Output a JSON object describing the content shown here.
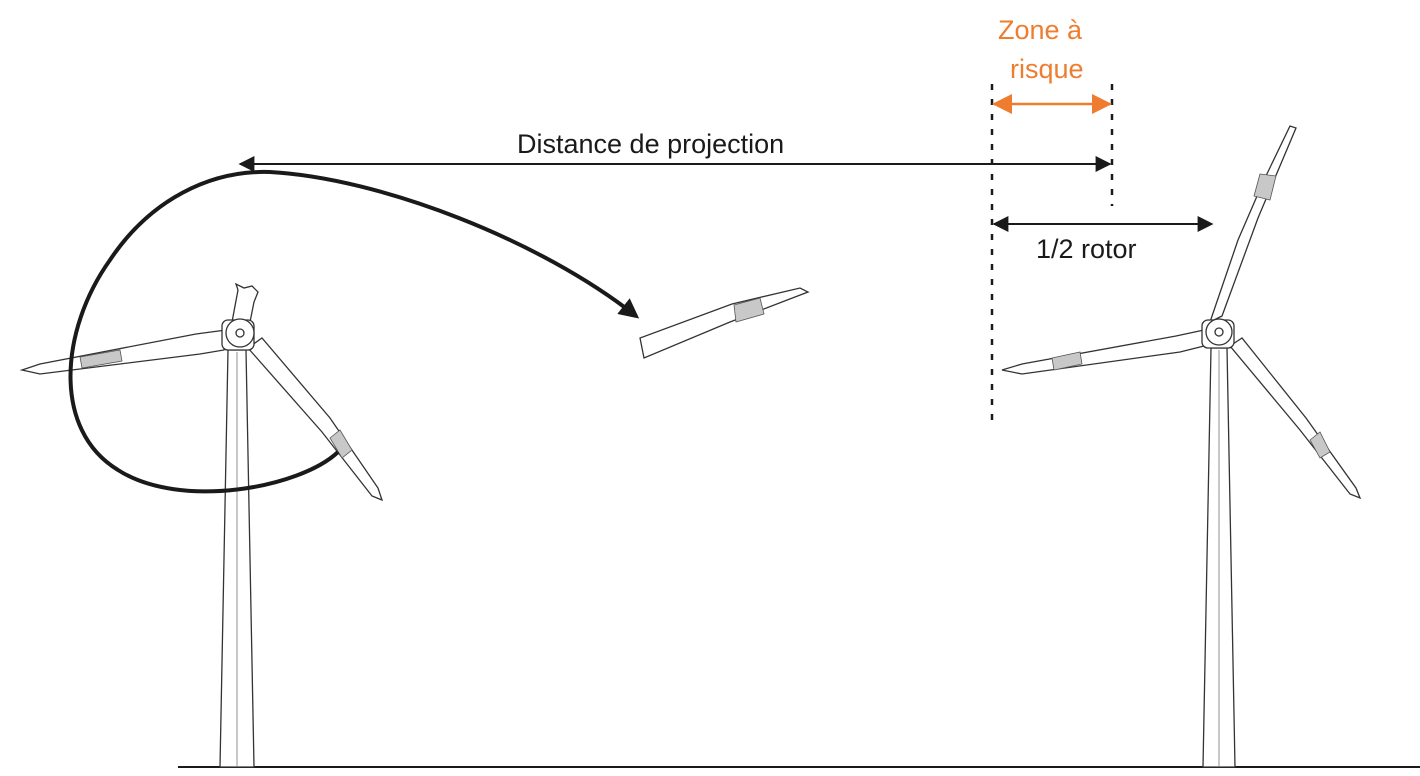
{
  "labels": {
    "projection_distance": "Distance de projection",
    "half_rotor": "1/2 rotor",
    "risk_zone_line1": "Zone à",
    "risk_zone_line2": "risque"
  },
  "colors": {
    "risk_accent": "#ee7d2f",
    "ink": "#1a1a1a",
    "blade_marker": "#c8c8c8",
    "background": "#ffffff"
  }
}
